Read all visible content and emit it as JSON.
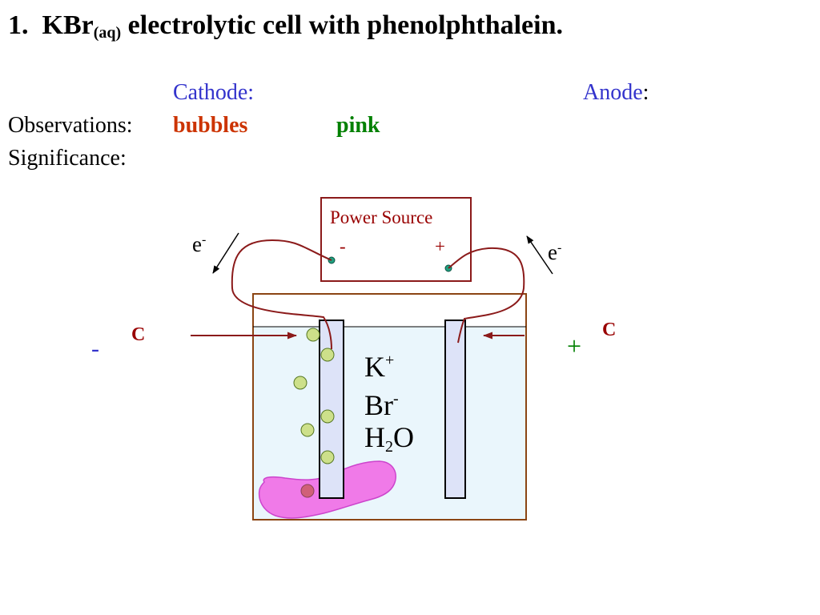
{
  "title": {
    "number": "1.",
    "formula": "KBr",
    "state": "(aq)",
    "rest": "electrolytic cell with phenolphthalein."
  },
  "headers": {
    "cathode_label": "Cathode:",
    "anode_label": "Anode",
    "anode_colon": ":"
  },
  "rows": {
    "observations_label": "Observations:",
    "bubbles": "bubbles",
    "pink": "pink",
    "significance_label": "Significance:"
  },
  "power_source": {
    "label": "Power Source",
    "negative_terminal": "-",
    "positive_terminal": "+"
  },
  "electron_left": {
    "symbol": "e",
    "charge": "-"
  },
  "electron_right": {
    "symbol": "e",
    "charge": "-"
  },
  "electrodes": {
    "left_material": "C",
    "right_material": "C",
    "left_sign": "-",
    "right_sign": "+"
  },
  "solution": {
    "ion1_symbol": "K",
    "ion1_charge": "+",
    "ion2_symbol": "Br",
    "ion2_charge": "-",
    "water_h": "H",
    "water_sub": "2",
    "water_o": "O"
  },
  "colors": {
    "heading_blue": "#3333cc",
    "bubbles_red": "#cc3300",
    "pink_green": "#008000",
    "power_label": "#990000",
    "wire": "#8b1a1a",
    "solution_fill": "#eaf6fc",
    "electrode_fill": "#dde3f8",
    "bubble_fill": "#cde08a",
    "pink_blob": "#f07ae8"
  }
}
